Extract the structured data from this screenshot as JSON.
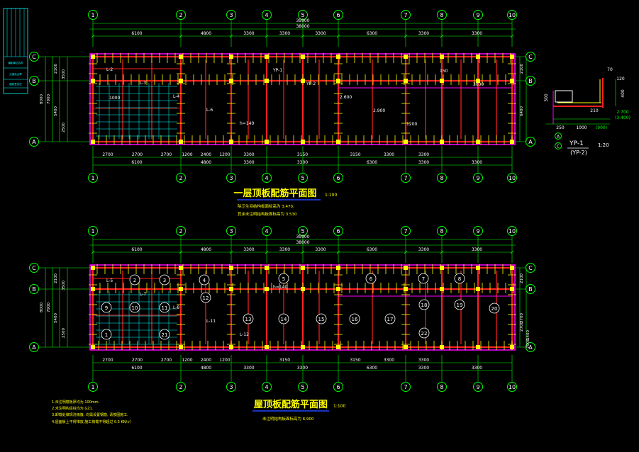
{
  "axes": {
    "columns": [
      "1",
      "2",
      "3",
      "4",
      "5",
      "6",
      "7",
      "8",
      "9",
      "10"
    ],
    "rows": [
      "C",
      "B",
      "A"
    ]
  },
  "plan1": {
    "title": "一层顶板配筋平面图",
    "scale": "1:100",
    "notes": [
      "除卫生间结构板面标高为 3.470,",
      "其余未注明结构板面标高为 3.530"
    ],
    "overall_dims": [
      "39900",
      "38000"
    ],
    "top_spans": [
      "6100",
      "4800",
      "3300",
      "3300",
      "3300",
      "6300",
      "3300",
      "3300"
    ],
    "bottom_spans": [
      "2700",
      "2700",
      "2700",
      "1200",
      "2400",
      "1200",
      "3300",
      "3150",
      "3150",
      "3300",
      "3300"
    ],
    "bottom_spans2": [
      "6100",
      "4800",
      "3300",
      "3300",
      "6300",
      "3300",
      "3300"
    ],
    "left_dims": [
      "2100",
      "3500",
      "7900",
      "8000",
      "5400",
      "2500"
    ],
    "right_dims": [
      "2100",
      "6400"
    ],
    "labels": [
      "L-2",
      "L-3",
      "L-4",
      "L-6",
      "h=140",
      "YP-1",
      "YP-2",
      "2.600",
      "2.900",
      "1200",
      "150",
      "3000",
      "1000"
    ]
  },
  "plan2": {
    "title": "屋顶板配筋平面图",
    "scale": "1:100",
    "notes": [
      "未注明结构板面标高为 6.900"
    ],
    "overall_dims": [
      "39900",
      "38000"
    ],
    "top_spans": [
      "6100",
      "4800",
      "3300",
      "3300",
      "3300",
      "6300",
      "3300",
      "3300"
    ],
    "bottom_spans": [
      "2700",
      "2700",
      "2700",
      "1200",
      "2400",
      "1200",
      "3150",
      "3150",
      "3300",
      "3300"
    ],
    "bottom_spans2": [
      "6100",
      "4800",
      "3300",
      "3300",
      "6300",
      "3300",
      "3300"
    ],
    "left_dims": [
      "2100",
      "3500",
      "7900",
      "8000",
      "5400",
      "2500"
    ],
    "right_dims": [
      "2100",
      "2700",
      "2700",
      "5400",
      "7900"
    ],
    "slab_numbers": [
      "1",
      "2",
      "3",
      "4",
      "5",
      "6",
      "7",
      "8",
      "9",
      "10",
      "11",
      "12",
      "13",
      "14",
      "15",
      "16",
      "17",
      "18",
      "19",
      "20",
      "21",
      "22"
    ],
    "labels": [
      "L-5",
      "L-7",
      "L-8",
      "L-11",
      "L-12",
      "h=140"
    ]
  },
  "detail": {
    "title": "YP-1",
    "subtitle": "(YP-2)",
    "scale": "1:20",
    "dims": [
      "250",
      "1000",
      "(900)",
      "70",
      "400",
      "120",
      "2.700",
      "(3.400)",
      "300",
      "210"
    ],
    "axis_labels": [
      "A",
      "C"
    ]
  },
  "general_notes": [
    "1.未注明楼板厚均为 100mm.",
    "2.未注明构造柱均为 GZ1.",
    "3.卸载处做现浇雨篷, 均需设置钢筋, 请按图施工.",
    "4.屋面板上不得堆放,施工荷载不得超过 0.5 KN/㎡"
  ],
  "title_block": {
    "rows": [
      "编制单位名称",
      "注册执业章",
      "图纸签名栏"
    ]
  },
  "colors": {
    "background": "#000000",
    "axis_line": "#00ff00",
    "beam": "#ff2020",
    "wall": "#ff00ff",
    "rebar": "#ffff00",
    "text": "#ffffff",
    "title": "#ffff00",
    "underline": "#2244ff"
  }
}
